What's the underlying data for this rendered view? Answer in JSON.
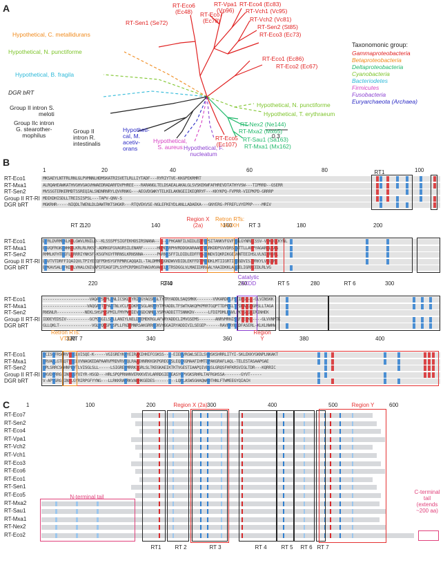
{
  "panels": {
    "a": "A",
    "b": "B",
    "c": "C"
  },
  "tree": {
    "leaves": {
      "eco6": "RT-Eco6\n(Ec48)",
      "sen1": "RT-Sen1 (Se72)",
      "vpa1": "RT-Vpa1\n(Vp96)",
      "eco7": "RT-Eco7\n(Ec78)",
      "eco4": "RT-Eco4 (Ec83)",
      "vch1": "RT-Vch1 (Vc95)",
      "vch2": "RT-Vch2 (Vc81)",
      "sen2": "RT-Sen2 (St85)",
      "eco3": "RT-Eco3 (Ec73)",
      "eco1": "RT-Eco1 (Ec86)",
      "eco2": "RT-Eco2 (Ec67)",
      "hyp_cmet": "Hypothetical, C. metallidurans",
      "hyp_npunct": "Hypothetical, N. punctiforme",
      "hyp_bfrag": "Hypothetical, B. fragila",
      "dgr": "DGR bRT",
      "g2_smel": "Group II intron S.\nmeloti",
      "g2c": "Group IIc intron\nG. stearother-\nmophilus",
      "g2_rint": "Group II\nintron R.\nintestinalis",
      "hyp_maceti": "Hypotheti-\ncal, M.\nacetiv-\norans",
      "hyp_saur": "Hypothetical,\nS. aureus",
      "hyp_fnuc": "Hypothetical, F.\nnucleatum",
      "eco5": "RT-Eco5\n(Ec107)",
      "sau1": "RT-Sau1 (Sa163)",
      "mxa1": "RT-Mxa1 (Mx162)",
      "mxa2": "RT-Mxa2 (Mx65)",
      "nex2": "RT-Nex2 (Ne144)",
      "hyp_npunct2": "Hypothetical, N. punctiforme",
      "hyp_teryth": "Hypothetical, T. erythraeum"
    },
    "scale": "0.3",
    "legend_title": "Taxonomonic group:",
    "legend": [
      {
        "label": "Gammaproteobacteria",
        "color": "#e02020"
      },
      {
        "label": "Betaproteobacteria",
        "color": "#f08a1c"
      },
      {
        "label": "Deltaproteobacteria",
        "color": "#1fb86a"
      },
      {
        "label": "Cyanobacteria",
        "color": "#7dc42a"
      },
      {
        "label": "Bacteriodetes",
        "color": "#2cb8d8"
      },
      {
        "label": "Firmicutes",
        "color": "#d63fc2"
      },
      {
        "label": "Fusobacteria",
        "color": "#8a3fd1"
      },
      {
        "label": "Euryarchaeota (Archaea)",
        "color": "#2a2ac4"
      }
    ]
  },
  "alignment": {
    "row_labels": [
      "RT-Eco1",
      "RT-Mxa1",
      "RT-Sen2",
      "Group II RT-RI",
      "DGR bRT"
    ],
    "blocks": [
      {
        "ruler": [
          "1",
          "20",
          "40",
          "60",
          "80",
          "100"
        ],
        "seqs": [
          "MKSAEYLNTFRLRNLGLPVMNNLHDMSKATRISVETLRLLIYTADF---RYRIYTVE-KKGPEKRMRT",
          "ALRQAHEAWKATHVGHVGAGVHWAEDRADARFDVPHREE---RARANGLTELDSAEALAKALGLSVSKEKWFAFHREVDTATHYVSW---TIPRRD--GSERR",
          "MVSSGTERKERMDTSSREQIALSNDNRNRYLQVVRNKG---AEGVDGWKYTELKELAKNGEIIKEQRRYF---KKYKPQ-FVPRR-VIEPKPD-GRRRP",
          "MDIKDHISDLLTREISISPSL---TAPV-QNV-S",
          "MGKRHR-----NIQDLTWENLDLDAWTRKTSHGKR---RTQVEKVSE-NGLEFKEYDLANLLADAEKA---GNYERG-PFREFLVYEPRP----MRIV"
        ],
        "annotations": [
          {
            "label": "RT1"
          }
        ]
      },
      {
        "ruler": [
          "120",
          "140",
          "160",
          "180",
          "200"
        ],
        "seqs": [
          "DFRLDVRMEKLKALGWVLRNILD--KLSSSPFSIGFEKHOSIRSNANA------PHGANFILNIDLEDFFPSITANKVFGVFHSLGYNRLISSV-VTKICCKYNL",
          "EAVQFRGKLWHKALKRLRLRKSF-ADRKGFGVAGRSILENARF------HRMGRRPHVRDDGKARAARTHSRKDDPGVVDRSTVTTLLAVPYAGARLLTAG",
          "RMMLKFHTDIFLLRRRIYNKSF-KSGFKGYFRRNSLKRNSNNA------PGRNKSFFILDIDLEDFFPSIQNDVIQKRIKGEGNNTEEIHSLVLNIFRGFL",
          "LGVTVTDRFFIQAIQVLTPIYEEQFPDHSYGFRPNRCAQQAIL-TALDMMNQGNDWVVDIDLEKFFDTVNHDKLMTIIGRTIKDGDVISIVRKYLVSGIM",
          "EPKAVSALEFKDRLVHALCNIVAPIFEAGFIPLSYPCRPDKGTHAGVKVAQELRTRSDGGLVLMAEIDRRAALYAAIDKKLALIELIGRRIEDLRLVG"
        ],
        "annotations": [
          {
            "label": "RT 2"
          },
          {
            "label": "Region X\n(2a)"
          },
          {
            "label": "Retron RTs:\nNAXXH"
          },
          {
            "label": "RT 3"
          }
        ]
      },
      {
        "ruler": [
          "220",
          "240",
          "260",
          "280",
          "300"
        ],
        "seqs": [
          "--------------------VAQAPSRPLANLICSKLEYRIQGYAGSRGLTYTRYADDLSAQSMKK-------VVKARDFLFSIIPSE---GLVINSKK",
          "-------------------VAQGAPTSPAITNLVCLPLDKRLSGLAKPRYTRYADDLTFSWTKAKQPKPRRTGQPTTDPEKLTPIRADGEGRSLLTAGA",
          "RNSNLR------------NEKLSHSPVSPMILFMYPWMIEVEGDCNMLLYSRYADDITTSNNKDV------LFDIPDMLENVLPKYSLGRIRINHEK",
          "IDDEYEDSIV----------GCPQGGILSPLLANIYLNELDKEMEKRGLAFVRYADDCLIMVGSEMS-------ANRVMRNISRFIEEKL----GLVVNMTK",
          "GLLQKLT--------------VGLPQGSPLSPLLFNIFMNRSAKGRRGEKVYGGAIRYADDIVILSEGEP------RAVFRYLRDFASERL-KLKLNWHW"
        ],
        "annotations": [
          {
            "label": "RT 4"
          },
          {
            "label": "Catalytic\nXXDD"
          },
          {
            "label": "RT 5"
          },
          {
            "label": "RT 6"
          }
        ]
      },
      {
        "ruler": [
          "320",
          "340",
          "360",
          "380",
          "400"
        ],
        "seqs": [
          "TCISGFRSQRVVTELVISQE-K-----VGIGREYKKYEIRAKIHHIFCGKSS----EIEHVRGWLSEILSVDSKSHRRLITYI-SKLEKKYGKNPLNKAKT",
          "TRVAKLGTRQTVTELVVNAGKEDAPAARVPRDVRVRQLRAAIHNRKKGKPGREGESLEQLKGMAAFIHMTDPAKGRAFLAQL-TELESTASAAPGAE",
          "TPLSRRCSGHNPEVTLVISGLSLL-----LSIGREKMRRKIGRLSLTKEGKAEIKTKTVGESTIAAPQIVESSLGRQSFHFKRSVIGLTDR---KQRRIC",
          "SKVDPRRG-INFLGYVIYR-HSGD---HRLSPQPRNHNVERKKVEVLARRDGIEHEASYQPVGKSRHRLTAFRGHSSA-------GYVT-----",
          "V-APVSRG-INFLGYRIRPGFYYNG---LLRKKRAKRKVAHHKGEDES---------LQRLASWSGHAQWADTHNLFTWMEEGYQIACH"
        ],
        "annotations": [
          {
            "label": "Retron RTs:\nVTG"
          },
          {
            "label": "RT 7"
          },
          {
            "label": "Region\nY"
          }
        ]
      }
    ]
  },
  "overview": {
    "ruler": [
      "1",
      "100",
      "200",
      "300",
      "400",
      "500",
      "600"
    ],
    "rows": [
      "RT-Eco7",
      "RT-Sen2",
      "RT-Eco4",
      "RT-Vpa1",
      "RT-Vch2",
      "RT-Vch1",
      "RT-Eco3",
      "RT-Eco6",
      "RT-Eco1",
      "RT-Sen1",
      "RT-Eco5",
      "RT-Mxa2",
      "RT-Sau1",
      "RT-Mxa1",
      "RT-Nex2",
      "RT-Eco2"
    ],
    "top_labels": {
      "region_x": "Region X (2a)",
      "region_y": "Region Y"
    },
    "bottom_labels": [
      "RT1",
      "RT 2",
      "RT 3",
      "RT 4",
      "RT 5",
      "RT 6",
      "RT 7"
    ],
    "n_tail": "N-terminal tail",
    "c_tail": "C-terminal\ntail\n(extends\n~200 aa)"
  }
}
